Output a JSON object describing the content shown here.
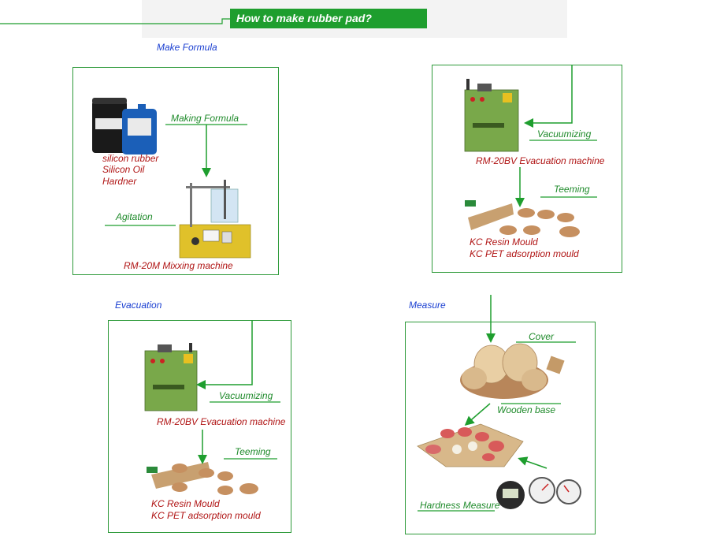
{
  "header": {
    "title": "How to make rubber pad?"
  },
  "sections": {
    "make_formula": {
      "heading": "Make Formula",
      "step_making_formula": "Making Formula",
      "materials": [
        "silicon rubber",
        "Silicon Oil",
        "Hardner"
      ],
      "step_agitation": "Agitation",
      "machine": "RM-20M Mixxing machine"
    },
    "vacuum_top": {
      "step_vacuumizing": "Vacuumizing",
      "machine": "RM-20BV Evacuation machine",
      "step_teeming": "Teeming",
      "moulds": [
        "KC Resin Mould",
        "KC PET adsorption mould"
      ]
    },
    "evacuation": {
      "heading": "Evacuation",
      "step_vacuumizing": "Vacuumizing",
      "machine": "RM-20BV Evacuation machine",
      "step_teeming": "Teeming",
      "moulds": [
        "KC Resin Mould",
        "KC PET adsorption mould"
      ]
    },
    "measure": {
      "heading": "Measure",
      "step_cover": "Cover",
      "step_wooden_base": "Wooden base",
      "step_hardness": "Hardness Measure"
    }
  },
  "colors": {
    "accent_green": "#1e9e2e",
    "label_green": "#1e8a2a",
    "heading_blue": "#1a3fd1",
    "label_red": "#b01515"
  }
}
